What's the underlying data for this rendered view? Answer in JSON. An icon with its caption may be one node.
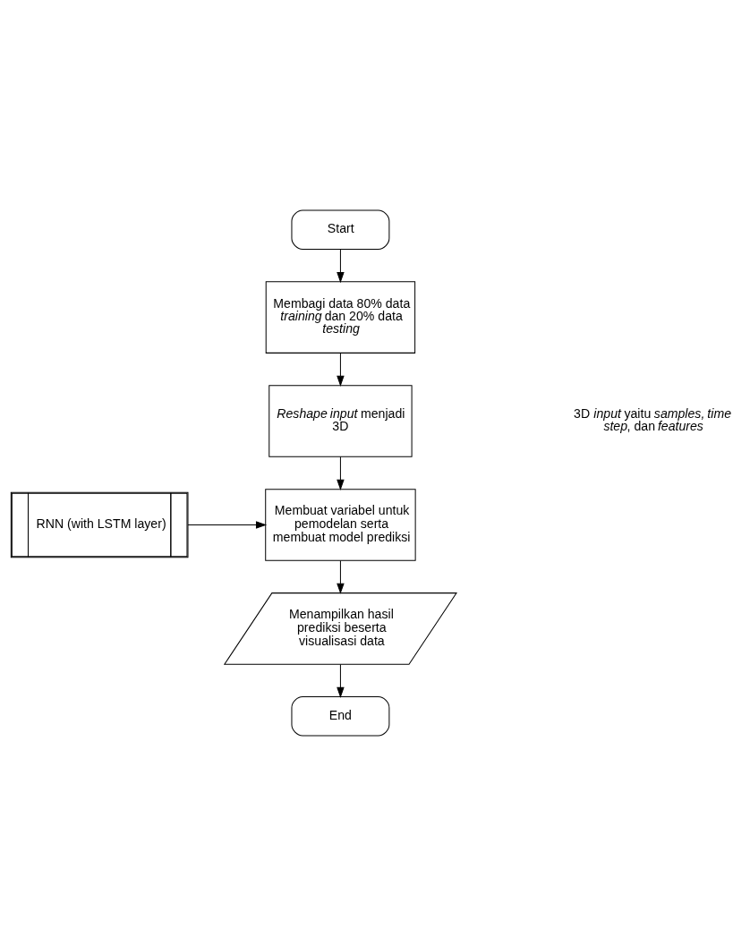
{
  "diagram": {
    "nodes": [
      {
        "text": [
          "Start"
        ]
      },
      {
        "text": [
          "Membagi data 80% data *training* dan 20% data *testing*"
        ]
      },
      {
        "text": [
          "*Reshape input* menjadi 3D"
        ]
      },
      {
        "text": [
          "Membuat variabel untuk pemodelan serta membuat model prediksi"
        ]
      },
      {
        "text": [
          "RNN (with LSTM layer)"
        ]
      },
      {
        "text": [
          "Menampilkan hasil prediksi beserta visualisasi data"
        ]
      },
      {
        "text": [
          "End"
        ]
      }
    ],
    "edges": [
      {
        "from": 0,
        "to": 1,
        "arrow": "to"
      },
      {
        "from": 1,
        "to": 2,
        "arrow": "to"
      },
      {
        "from": 2,
        "to": 3,
        "arrow": "to"
      },
      {
        "from": 4,
        "to": 3,
        "arrow": "to"
      },
      {
        "from": 3,
        "to": 5,
        "arrow": "to"
      },
      {
        "from": 5,
        "to": 6,
        "arrow": "to"
      }
    ],
    "labels": [
      "3D *input* yaitu *samples, time step*, dan *features*"
    ]
  }
}
